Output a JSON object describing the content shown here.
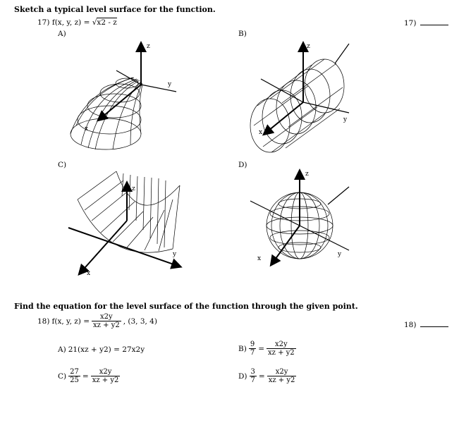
{
  "section1": {
    "heading": "Sketch a typical level surface for the function.",
    "problem": {
      "number": "17)",
      "func": "f(x, y, z) = ",
      "radicand": "x2 - z",
      "answer_number": "17)"
    },
    "options": [
      {
        "letter": "A)",
        "axes": {
          "x": "x",
          "y": "y",
          "z": "z"
        }
      },
      {
        "letter": "B)",
        "axes": {
          "x": "x",
          "y": "y",
          "z": "z"
        }
      },
      {
        "letter": "C)",
        "axes": {
          "x": "x",
          "y": "y",
          "z": "z"
        }
      },
      {
        "letter": "D)",
        "axes": {
          "x": "x",
          "y": "y",
          "z": "z"
        }
      }
    ]
  },
  "section2": {
    "heading": "Find the equation for the level surface of the function through the given point.",
    "problem": {
      "number": "18)",
      "func": "f(x, y, z) = ",
      "num": "x2y",
      "den": "xz + y2",
      "point": ", (3, 3, 4)",
      "answer_number": "18)"
    },
    "options": [
      {
        "letter": "A)",
        "text": "21(xz + y2) = 27x2y"
      },
      {
        "letter": "B)",
        "lhs_num": "9",
        "lhs_den": "7",
        "num": "x2y",
        "den": "xz + y2"
      },
      {
        "letter": "C)",
        "lhs_num": "27",
        "lhs_den": "25",
        "num": "x2y",
        "den": "xz + y2"
      },
      {
        "letter": "D)",
        "lhs_num": "3",
        "lhs_den": "7",
        "num": "x2y",
        "den": "xz + y2"
      }
    ]
  }
}
